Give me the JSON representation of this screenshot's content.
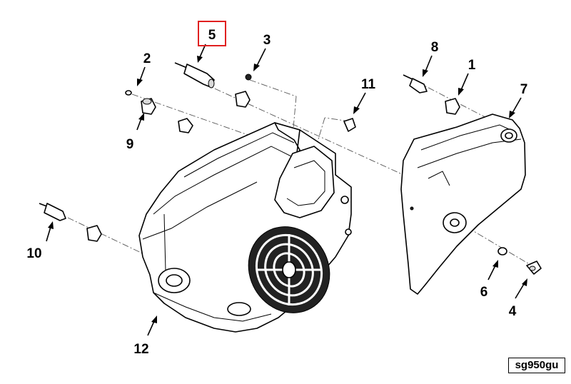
{
  "callouts": {
    "c1": "1",
    "c2": "2",
    "c3": "3",
    "c4": "4",
    "c5": "5",
    "c6": "6",
    "c7": "7",
    "c8": "8",
    "c9": "9",
    "c10": "10",
    "c11": "11",
    "c12": "12"
  },
  "highlighted_callout": "5",
  "highlight_color": "#e02020",
  "reference_code": "sg950gu"
}
